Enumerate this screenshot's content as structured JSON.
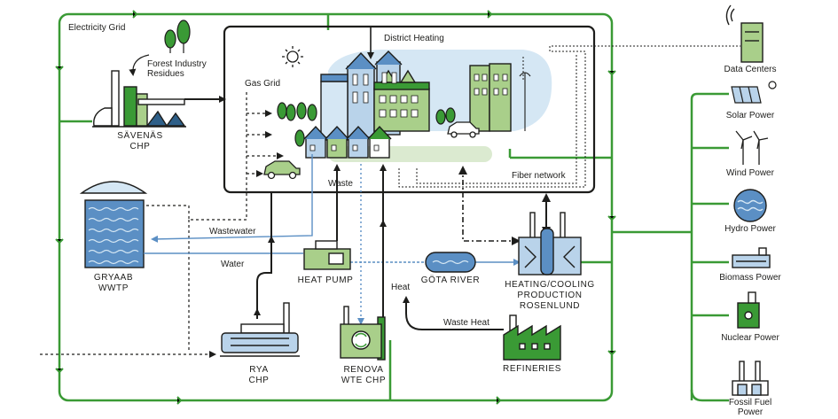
{
  "grid": {
    "electricity_grid": "Electricity Grid",
    "district_heating": "District Heating",
    "gas_grid": "Gas Grid",
    "fiber_network": "Fiber network",
    "waste": "Waste",
    "wastewater": "Wastewater",
    "water": "Water",
    "heat": "Heat",
    "waste_heat": "Waste Heat",
    "forest_residues_1": "Forest Industry",
    "forest_residues_2": "Residues"
  },
  "plants": {
    "savenas_1": "SÄVENÄS",
    "savenas_2": "CHP",
    "gryaab_1": "GRYAAB",
    "gryaab_2": "WWTP",
    "heat_pump": "HEAT PUMP",
    "gota_river": "GÖTA RIVER",
    "rosenlund_1": "HEATING/COOLING",
    "rosenlund_2": "PRODUCTION",
    "rosenlund_3": "ROSENLUND",
    "rya_1": "RYA",
    "rya_2": "CHP",
    "renova_1": "RENOVA",
    "renova_2": "WTE CHP",
    "refineries": "REFINERIES"
  },
  "right_panel": {
    "data_centers": "Data Centers",
    "solar_power": "Solar Power",
    "wind_power": "Wind Power",
    "hydro_power": "Hydro Power",
    "biomass_power": "Biomass Power",
    "nuclear_power": "Nuclear Power",
    "fossil_fuel_1": "Fossil Fuel",
    "fossil_fuel_2": "Power"
  },
  "colors": {
    "grid_green": "#3a9a35",
    "building_green": "#a9cf8a",
    "water_blue": "#5b8fc4",
    "light_blue": "#c8dff0",
    "stroke": "#1d1d1b"
  }
}
